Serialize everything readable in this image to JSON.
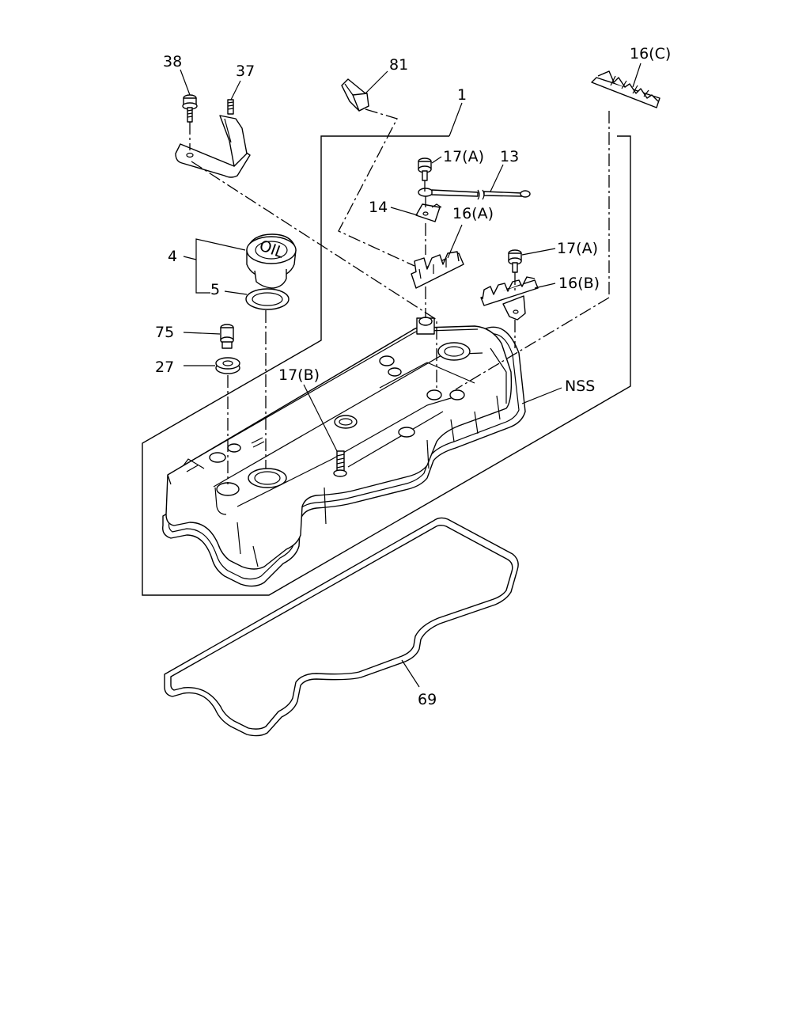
{
  "labels": {
    "p38": "38",
    "p37": "37",
    "p81": "81",
    "p1": "1",
    "p16c": "16(C)",
    "p17a_top": "17(A)",
    "p13": "13",
    "p14": "14",
    "p16a": "16(A)",
    "p17a_mid": "17(A)",
    "p16b": "16(B)",
    "p4": "4",
    "p5": "5",
    "p75": "75",
    "p27": "27",
    "p17b": "17(B)",
    "nss": "NSS",
    "p69": "69"
  },
  "cap_text": "OIL"
}
